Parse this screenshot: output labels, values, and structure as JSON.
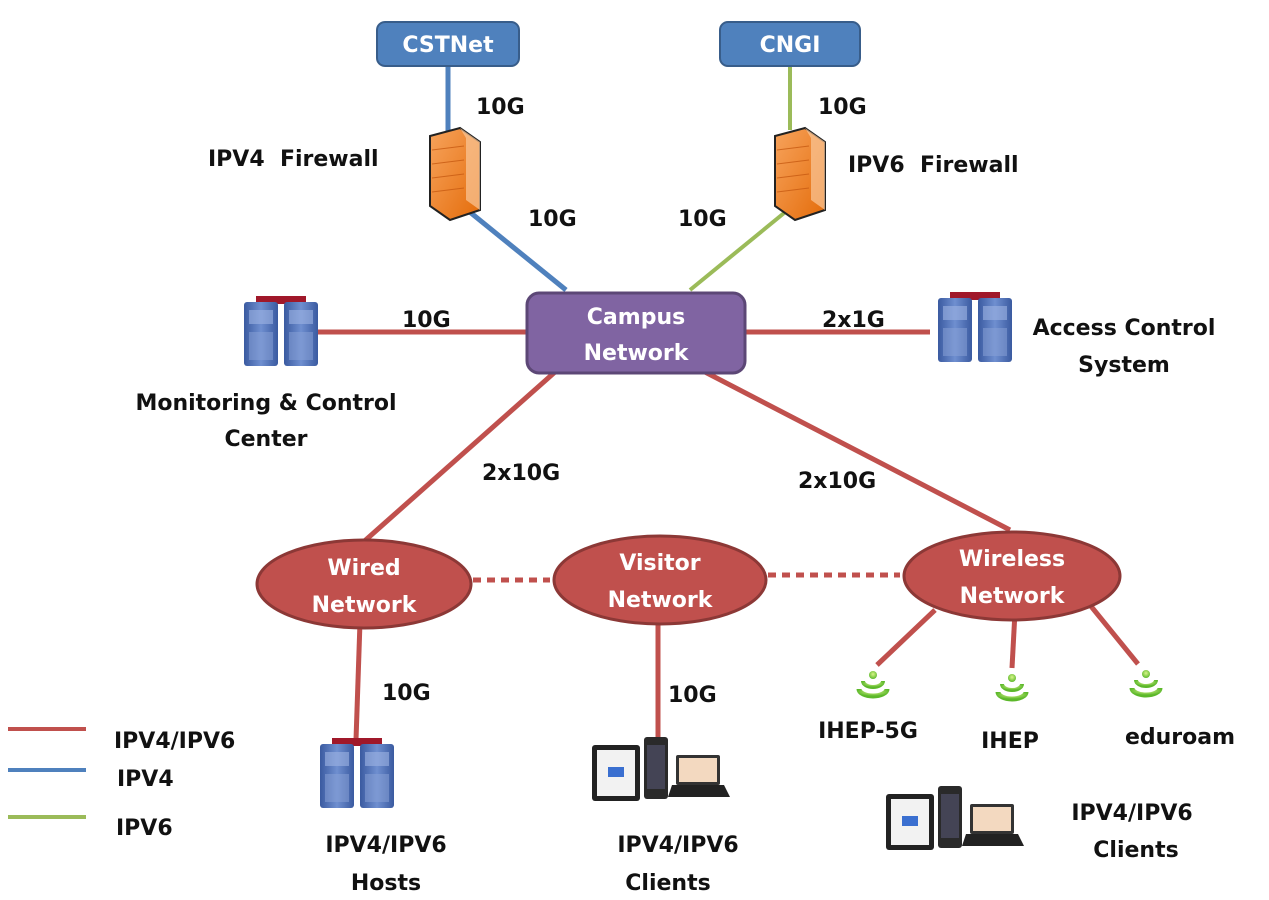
{
  "colors": {
    "dual_stack": "#c0504d",
    "ipv4": "#4f81bd",
    "ipv6": "#9bbb59",
    "upstream_box": "#4f81bd",
    "core_box": "#8064a2",
    "subnet_ellipse": "#c0504d"
  },
  "nodes": {
    "cstnet": "CSTNet",
    "cngi": "CNGI",
    "ipv4_firewall": "IPV4  Firewall",
    "ipv6_firewall": "IPV6  Firewall",
    "campus": [
      "Campus",
      "Network"
    ],
    "monitoring": [
      "Monitoring & Control",
      "Center"
    ],
    "access_control": [
      "Access Control",
      "System"
    ],
    "wired": [
      "Wired",
      "Network"
    ],
    "visitor": [
      "Visitor",
      "Network"
    ],
    "wireless": [
      "Wireless",
      "Network"
    ],
    "hosts": [
      "IPV4/IPV6",
      "Hosts"
    ],
    "visitor_clients": [
      "IPV4/IPV6",
      "Clients"
    ],
    "wireless_clients": [
      "IPV4/IPV6",
      "Clients"
    ],
    "ssids": [
      "IHEP-5G",
      "IHEP",
      "eduroam"
    ]
  },
  "links": {
    "cstnet_fw": "10G",
    "fw4_campus": "10G",
    "cngi_fw": "10G",
    "fw6_campus": "10G",
    "monitoring_campus": "10G",
    "access_campus": "2x1G",
    "campus_wired": "2x10G",
    "campus_wireless": "2x10G",
    "wired_hosts": "10G",
    "visitor_clients": "10G"
  },
  "legend": [
    {
      "label": "IPV4/IPV6",
      "color": "#c0504d"
    },
    {
      "label": "IPV4",
      "color": "#4f81bd"
    },
    {
      "label": "IPV6",
      "color": "#9bbb59"
    }
  ]
}
